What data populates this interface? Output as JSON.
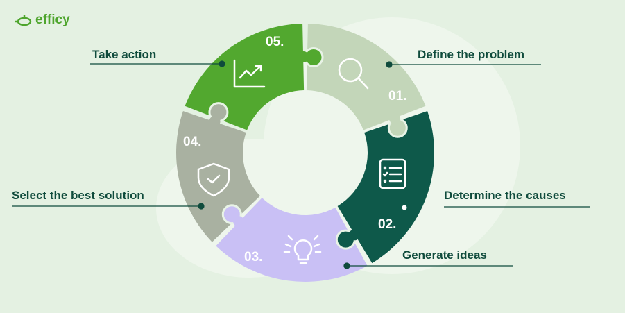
{
  "brand": {
    "name": "efficy",
    "color": "#4ea52d"
  },
  "steps": [
    {
      "number": "01.",
      "label": "Define the problem",
      "icon": "magnifier-icon",
      "color": "#c3d6b9"
    },
    {
      "number": "02.",
      "label": "Determine the causes",
      "icon": "checklist-icon",
      "color": "#0e594a"
    },
    {
      "number": "03.",
      "label": "Generate ideas",
      "icon": "lightbulb-icon",
      "color": "#c9c0f5"
    },
    {
      "number": "04.",
      "label": "Select the best solution",
      "icon": "shield-check-icon",
      "color": "#a9b1a1"
    },
    {
      "number": "05.",
      "label": "Take action",
      "icon": "chart-trend-icon",
      "color": "#52a82f"
    }
  ],
  "text_color": "#0f4b3c"
}
